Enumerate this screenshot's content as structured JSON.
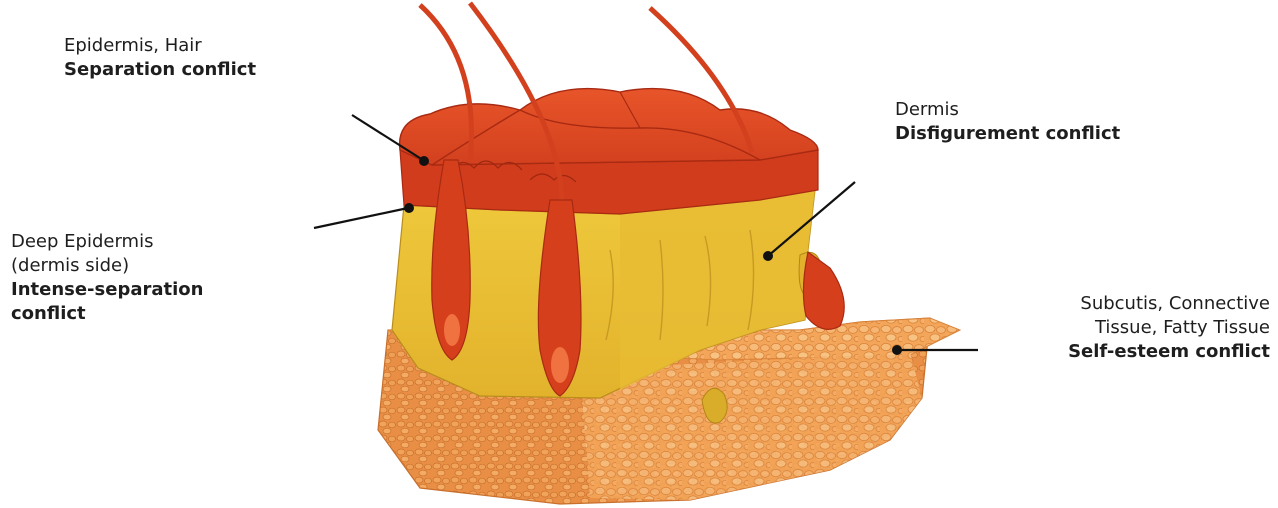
{
  "labels": {
    "epidermis": {
      "line1": "Epidermis, Hair",
      "line2": "Separation conflict"
    },
    "dermis": {
      "line1": "Dermis",
      "line2": "Disfigurement conflict"
    },
    "deep_epidermis": {
      "line1": "Deep Epidermis",
      "line2": "(dermis side)",
      "line3": "Intense-separation",
      "line4": "conflict"
    },
    "subcutis": {
      "line1": "Subcutis, Connective",
      "line2": "Tissue, Fatty Tissue",
      "line3": "Self-esteem conflict"
    }
  },
  "colors": {
    "epidermis": "#dd4a22",
    "epidermis_dark": "#b8321a",
    "dermis": "#e8bf34",
    "dermis_dark": "#c79a22",
    "subcutis": "#f2a257",
    "subcutis_dark": "#d9823a",
    "leader": "#111111"
  }
}
